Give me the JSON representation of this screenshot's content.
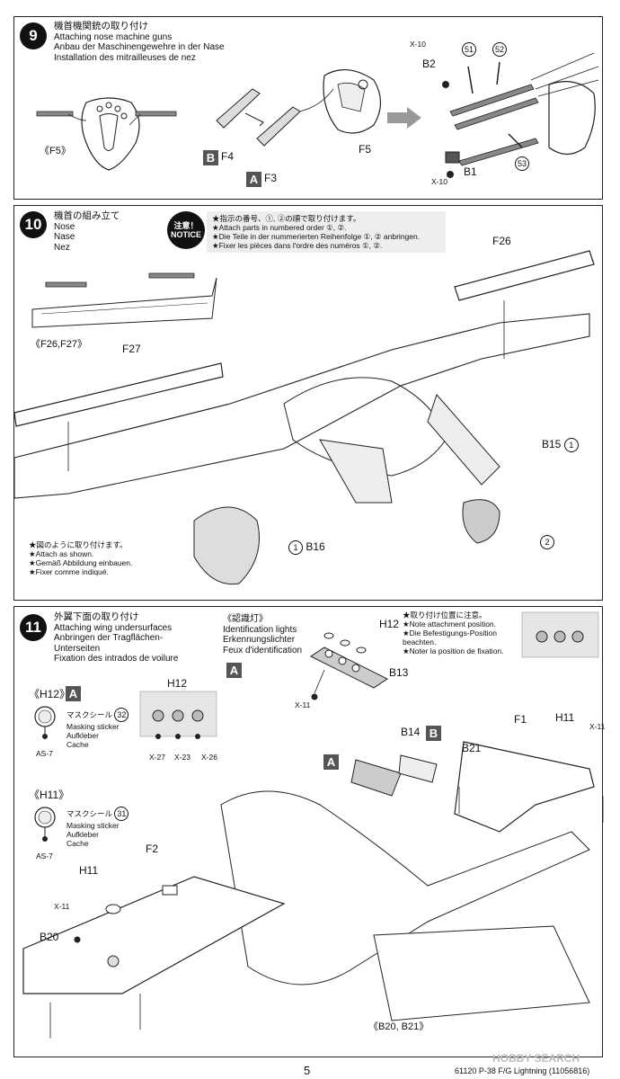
{
  "step9": {
    "number": "9",
    "title_jp": "機首機関銃の取り付け",
    "title_en": "Attaching nose machine guns",
    "title_de": "Anbau der Maschinengewehre in der Nase",
    "title_fr": "Installation des mitrailleuses de nez",
    "label_f5_ref": "《F5》",
    "part_b": "B",
    "part_a": "A",
    "label_f4": "F4",
    "label_f3": "F3",
    "label_f5": "F5",
    "label_x10_top": "X-10",
    "label_b2": "B2",
    "label_51": "51",
    "label_52": "52",
    "label_53": "53",
    "label_x10_bottom": "X-10",
    "label_b1": "B1"
  },
  "step10": {
    "number": "10",
    "title_jp": "機首の組み立て",
    "title_en": "Nose",
    "title_de": "Nase",
    "title_fr": "Nez",
    "notice_badge_jp": "注意！",
    "notice_badge_en": "NOTICE",
    "notice_jp": "★指示の番号、①, ②の順で取り付けます。",
    "notice_en": "★Attach parts in numbered order ①, ②.",
    "notice_de": "★Die Teile in der nummerierten Reihenfolge ①, ② anbringen.",
    "notice_fr": "★Fixer les pièces dans l'ordre des numéros ①, ②.",
    "label_ref": "《F26,F27》",
    "label_f26": "F26",
    "label_f27": "F27",
    "label_b15": "B15",
    "label_b15_num": "1",
    "label_b16": "B16",
    "label_b16_num": "1",
    "label_num2": "2",
    "shown_jp": "★図のように取り付けます。",
    "shown_en": "★Attach as shown.",
    "shown_de": "★Gemäß Abbildung einbauen.",
    "shown_fr": "★Fixer comme indiqué."
  },
  "step11": {
    "number": "11",
    "title_jp": "外翼下面の取り付け",
    "title_en": "Attaching wing undersurfaces",
    "title_de": "Anbringen der Tragflächen-",
    "title_de2": "Unterseiten",
    "title_fr": "Fixation des intrados de voilure",
    "id_lights_jp": "《認識灯》",
    "id_lights_en": "Identification lights",
    "id_lights_de": "Erkennungslichter",
    "id_lights_fr": "Feux d'identification",
    "part_a": "A",
    "label_h12_top": "H12",
    "label_b13": "B13",
    "label_x11_top": "X-11",
    "note_jp": "★取り付け位置に注意。",
    "note_en": "★Note attachment position.",
    "note_de": "★Die Befestigungs-Position",
    "note_de2": "beachten.",
    "note_fr": "★Noter la position de fixation.",
    "h12_ref": "《H12》",
    "h12_part": "A",
    "mask_jp_1": "マスクシール",
    "mask_num_1": "32",
    "mask_en_1": "Masking sticker",
    "mask_de_1": "Aufkleber",
    "mask_fr_1": "Cache",
    "as7_1": "AS-7",
    "label_h12_mid": "H12",
    "x27": "X-27",
    "x23": "X-23",
    "x26": "X-26",
    "h11_ref": "《H11》",
    "mask_jp_2": "マスクシール",
    "mask_num_2": "31",
    "mask_en_2": "Masking sticker",
    "mask_de_2": "Aufkleber",
    "mask_fr_2": "Cache",
    "as7_2": "AS-7",
    "label_b14": "B14",
    "b14_part": "B",
    "part_a2": "A",
    "label_f1": "F1",
    "label_h11_right": "H11",
    "label_x11_right": "X-11",
    "label_b21": "B21",
    "label_f2": "F2",
    "label_h11_left": "H11",
    "label_x11_left": "X-11",
    "label_b20": "B20",
    "ref_b20_b21": "《B20, B21》"
  },
  "footer": {
    "page_number": "5",
    "product": "61120  P-38 F/G Lightning (11056816)",
    "watermark": "HOBBY SEARCH"
  }
}
